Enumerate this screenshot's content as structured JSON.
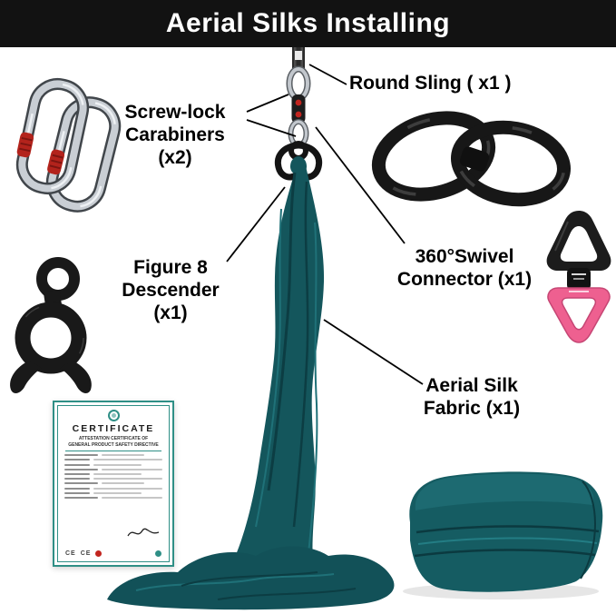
{
  "header": {
    "title": "Aerial Silks Installing"
  },
  "annotations": {
    "round_sling": {
      "text": "Round Sling ( x1 )"
    },
    "carabiners": {
      "line1": "Screw-lock",
      "line2": "Carabiners (x2)"
    },
    "figure8": {
      "line1": "Figure 8",
      "line2": "Descender (x1)"
    },
    "swivel": {
      "line1": "360°Swivel",
      "line2": "Connector (x1)"
    },
    "fabric": {
      "line1": "Aerial Silk",
      "line2": "Fabric (x1)"
    }
  },
  "certificate": {
    "title": "CERTIFICATE",
    "subtitle1": "ATTESTATION CERTIFICATE OF",
    "subtitle2": "GENERAL PRODUCT SAFETY DIRECTIVE",
    "ce_mark": "CE"
  },
  "colors": {
    "header_bg": "#121212",
    "header_text": "#ffffff",
    "silk_teal": "#14565c",
    "silk_dark": "#0c3d43",
    "silk_light": "#1f7178",
    "hardware_black": "#191919",
    "screw_sleeve_red": "#b3231c",
    "swivel_pink": "#ee6090",
    "certificate_border_teal": "#2f8f86"
  }
}
